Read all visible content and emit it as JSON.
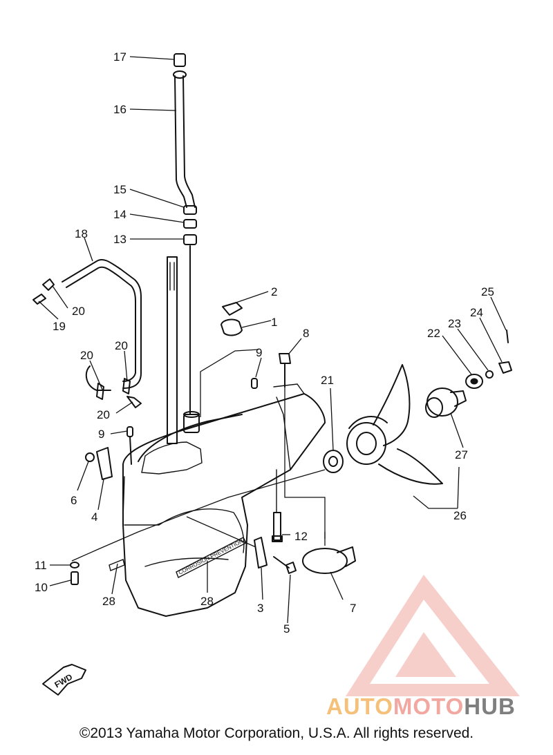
{
  "callouts": {
    "c1": "1",
    "c2": "2",
    "c3": "3",
    "c4": "4",
    "c5": "5",
    "c6": "6",
    "c7": "7",
    "c8": "8",
    "c9a": "9",
    "c9b": "9",
    "c10": "10",
    "c11": "11",
    "c12": "12",
    "c13": "13",
    "c14": "14",
    "c15": "15",
    "c16": "16",
    "c17": "17",
    "c18": "18",
    "c19": "19",
    "c20a": "20",
    "c20b": "20",
    "c20c": "20",
    "c20d": "20",
    "c21": "21",
    "c22": "22",
    "c23": "23",
    "c24": "24",
    "c25": "25",
    "c26": "26",
    "c27": "27",
    "c28a": "28",
    "c28b": "28"
  },
  "fwd_label": "FWD",
  "decal_text": "CORROSION PREVENTION",
  "copyright": "©2013 Yamaha Motor Corporation, U.S.A. All rights reserved.",
  "watermark": {
    "auto": "AUTO",
    "moto": "MOTO",
    "hub": "HUB"
  },
  "colors": {
    "line": "#111111",
    "watermark_red": "#f2a8a0",
    "watermark_orange": "#f4c07a",
    "watermark_gray": "#7f7f7f"
  }
}
